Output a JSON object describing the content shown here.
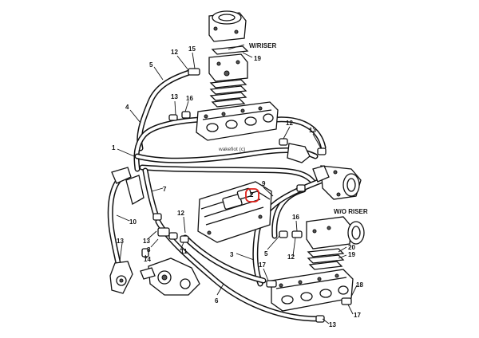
{
  "captions": {
    "with_riser": "W/RISER",
    "without_riser": "W/O RISER"
  },
  "watermark": "wakefiot (c)",
  "highlight_color": "#e0201a",
  "callouts": [
    {
      "id": "c1",
      "text": "1"
    },
    {
      "id": "c2",
      "text": "2",
      "highlighted": true
    },
    {
      "id": "c3",
      "text": "3"
    },
    {
      "id": "c4",
      "text": "4"
    },
    {
      "id": "c5a",
      "text": "5"
    },
    {
      "id": "c5b",
      "text": "5"
    },
    {
      "id": "c6",
      "text": "6"
    },
    {
      "id": "c7",
      "text": "7"
    },
    {
      "id": "c8",
      "text": "8"
    },
    {
      "id": "c9",
      "text": "9"
    },
    {
      "id": "c10",
      "text": "10"
    },
    {
      "id": "c11",
      "text": "11"
    },
    {
      "id": "c12a",
      "text": "12"
    },
    {
      "id": "c12b",
      "text": "12"
    },
    {
      "id": "c12c",
      "text": "12"
    },
    {
      "id": "c12d",
      "text": "12"
    },
    {
      "id": "c13a",
      "text": "13"
    },
    {
      "id": "c13b",
      "text": "13"
    },
    {
      "id": "c13c",
      "text": "13"
    },
    {
      "id": "c13d",
      "text": "13"
    },
    {
      "id": "c13e",
      "text": "13"
    },
    {
      "id": "c14",
      "text": "14"
    },
    {
      "id": "c15a",
      "text": "15"
    },
    {
      "id": "c15b",
      "text": "15"
    },
    {
      "id": "c16a",
      "text": "16"
    },
    {
      "id": "c16b",
      "text": "16"
    },
    {
      "id": "c17",
      "text": "17"
    },
    {
      "id": "c18",
      "text": "18"
    },
    {
      "id": "c19a",
      "text": "19"
    },
    {
      "id": "c19b",
      "text": "19"
    },
    {
      "id": "c20",
      "text": "20"
    }
  ]
}
